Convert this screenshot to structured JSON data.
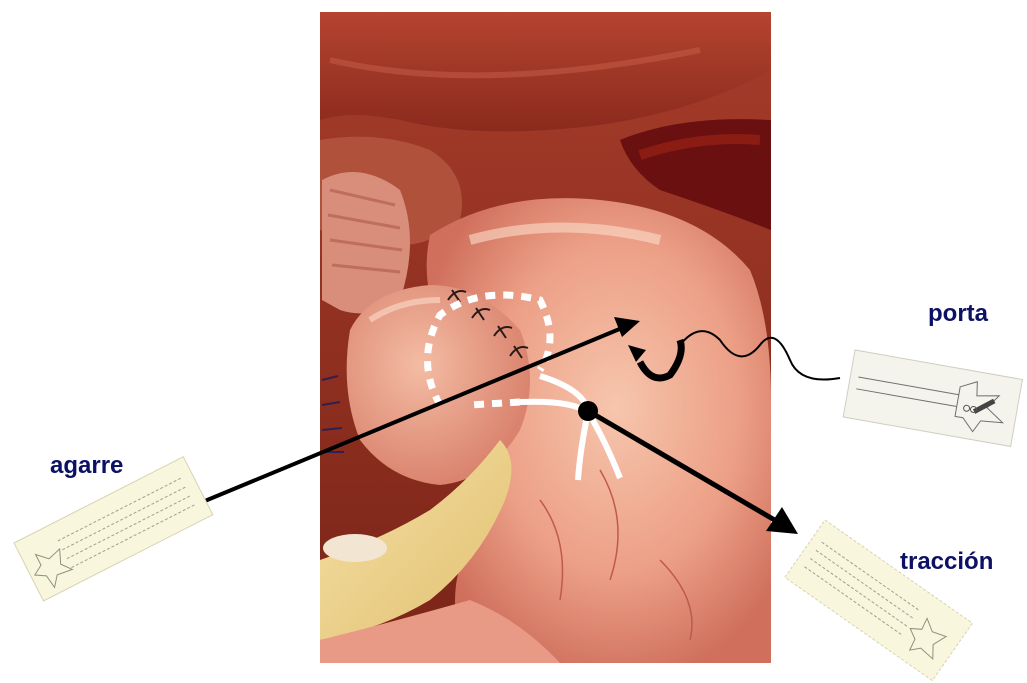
{
  "labels": {
    "agarre": "agarre",
    "porta": "porta",
    "traccion": "tracción"
  },
  "colors": {
    "label_text": "#0d1166",
    "arrow": "#000000",
    "suture_line": "#ffffff",
    "instrument_card": "#f8f6dc"
  },
  "icons": {
    "grasper": "grasper-instrument-icon",
    "needle_holder": "needle-holder-instrument-icon",
    "traction": "traction-instrument-icon"
  }
}
